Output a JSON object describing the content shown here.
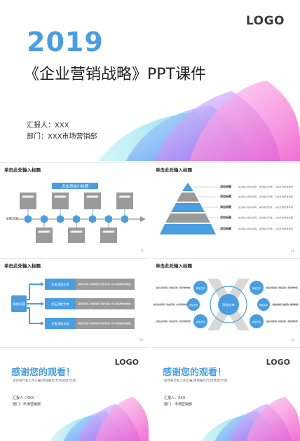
{
  "cover": {
    "logo": "LOGO",
    "year": "2019",
    "title": "《企业营销战略》PPT课件",
    "reporter": "汇报人：XXX",
    "department": "部门：XXX市场营销部"
  },
  "slides": {
    "slide1": {
      "title": "单击此处输入标题",
      "top_label": "点击添加小标题",
      "left_label": "详细说明",
      "page": "9",
      "box_text": "在这里添加文字在这里添加文字在这里添加文字"
    },
    "slide2": {
      "title": "单击此处输入标题",
      "page": "11",
      "row_label": "添加标题",
      "row_text": "在此输入相关说明，请勿超过字数，以免影响整体效果"
    },
    "slide3": {
      "title": "单击此处输入标题",
      "page": "10",
      "hub_label": "添加内容",
      "item_label": "点击添加文本",
      "item_text": "请替换文字内容，添加相关标题，修改文字内容，也可以直接复制你的内容到此。"
    },
    "slide4": {
      "title": "单击此处输入标题",
      "page": "12",
      "center_label": "添加文本",
      "node_label": "添加文本",
      "side_text": "在此输入相关说明，请勿超过字数，以免影响整体效果"
    },
    "thanks_left": {
      "logo": "LOGO",
      "title": "感谢您的观看！",
      "subtitle": "适合各行业工作汇报/项目报告/年终总结/计划",
      "reporter": "汇报人：XXX",
      "department": "部门：市场营销部"
    },
    "thanks_right": {
      "logo": "LOGO",
      "title": "感谢您的观看！",
      "subtitle": "适合各行业工作汇报/项目报告/年终总结/计划",
      "reporter": "汇报人：XXX",
      "department": "部门：市场营销部"
    }
  },
  "colors": {
    "accent_blue": "#4a9ee0",
    "petal_cyan": "#7dd8e8",
    "petal_blue": "#5a8ff0",
    "petal_purple": "#b27bf2",
    "petal_pink": "#f07ad8",
    "gray_box": "#9a9a9a"
  }
}
